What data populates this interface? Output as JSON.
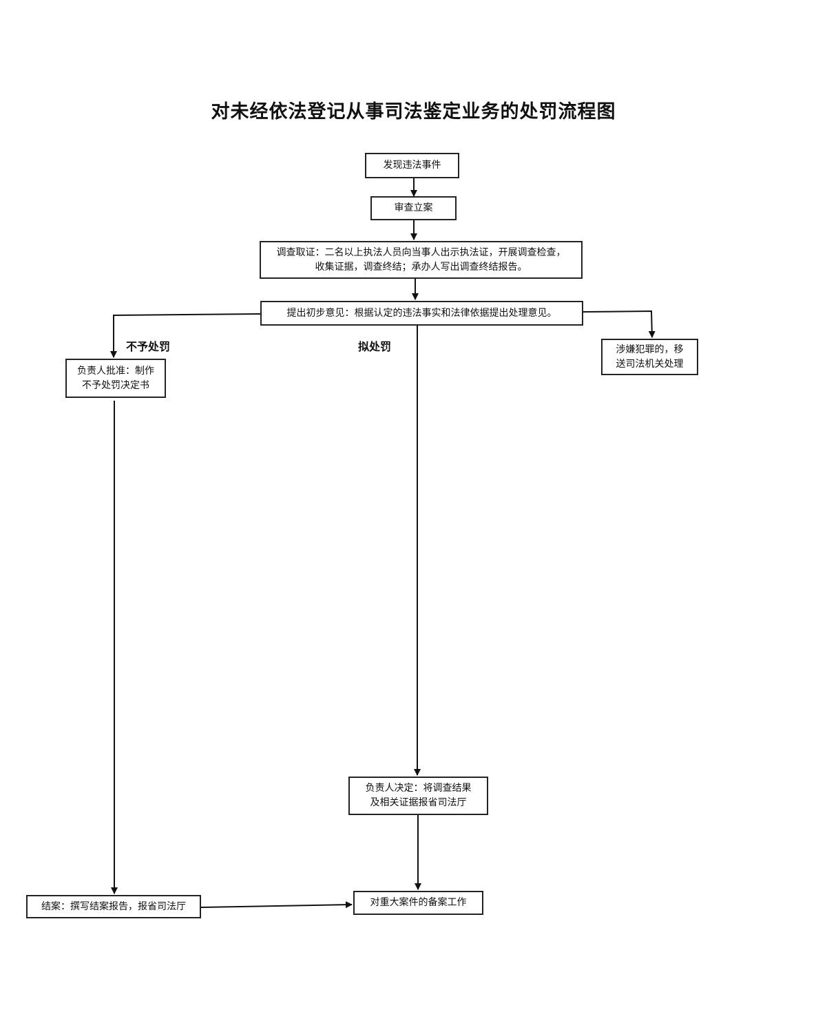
{
  "title": "对未经依法登记从事司法鉴定业务的处罚流程图",
  "nodes": {
    "discover": "发现违法事件",
    "review": "审查立案",
    "investigate_line1": "调查取证：二名以上执法人员向当事人出示执法证，开展调查检查，",
    "investigate_line2": "收集证据，调查终结；承办人写出调查终结报告。",
    "opinion": "提出初步意见：根据认定的违法事实和法律依据提出处理意见。",
    "criminal_line1": "涉嫌犯罪的，移",
    "criminal_line2": "送司法机关处理",
    "no_penalty_line1": "负责人批准：制作",
    "no_penalty_line2": "不予处罚决定书",
    "decision_line1": "负责人决定：将调查结果",
    "decision_line2": "及相关证据报省司法厅",
    "close_case": "结案：撰写结案报告，报省司法厅",
    "filing": "对重大案件的备案工作"
  },
  "branch_labels": {
    "no_penalty": "不予处罚",
    "proposed_penalty": "拟处罚"
  }
}
